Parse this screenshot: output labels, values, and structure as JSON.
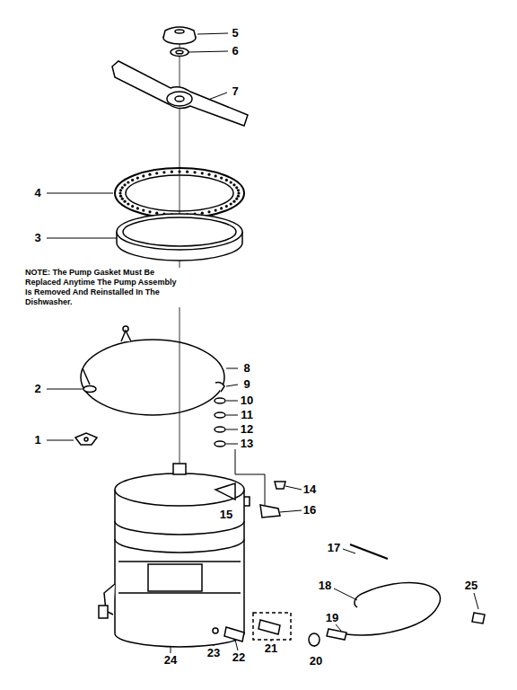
{
  "diagram": {
    "labels": [
      "5",
      "6",
      "7",
      "4",
      "3",
      "NOTE: The Pump Gasket Must Be Replaced Anytime The Pump Assembly Is Removed And Reinstalled In The Dishwasher.",
      "8",
      "9",
      "2",
      "10",
      "11",
      "1",
      "12",
      "13",
      "14",
      "15",
      "16",
      "17",
      "25",
      "18",
      "19",
      "23",
      "22",
      "24",
      "21",
      "20"
    ]
  }
}
